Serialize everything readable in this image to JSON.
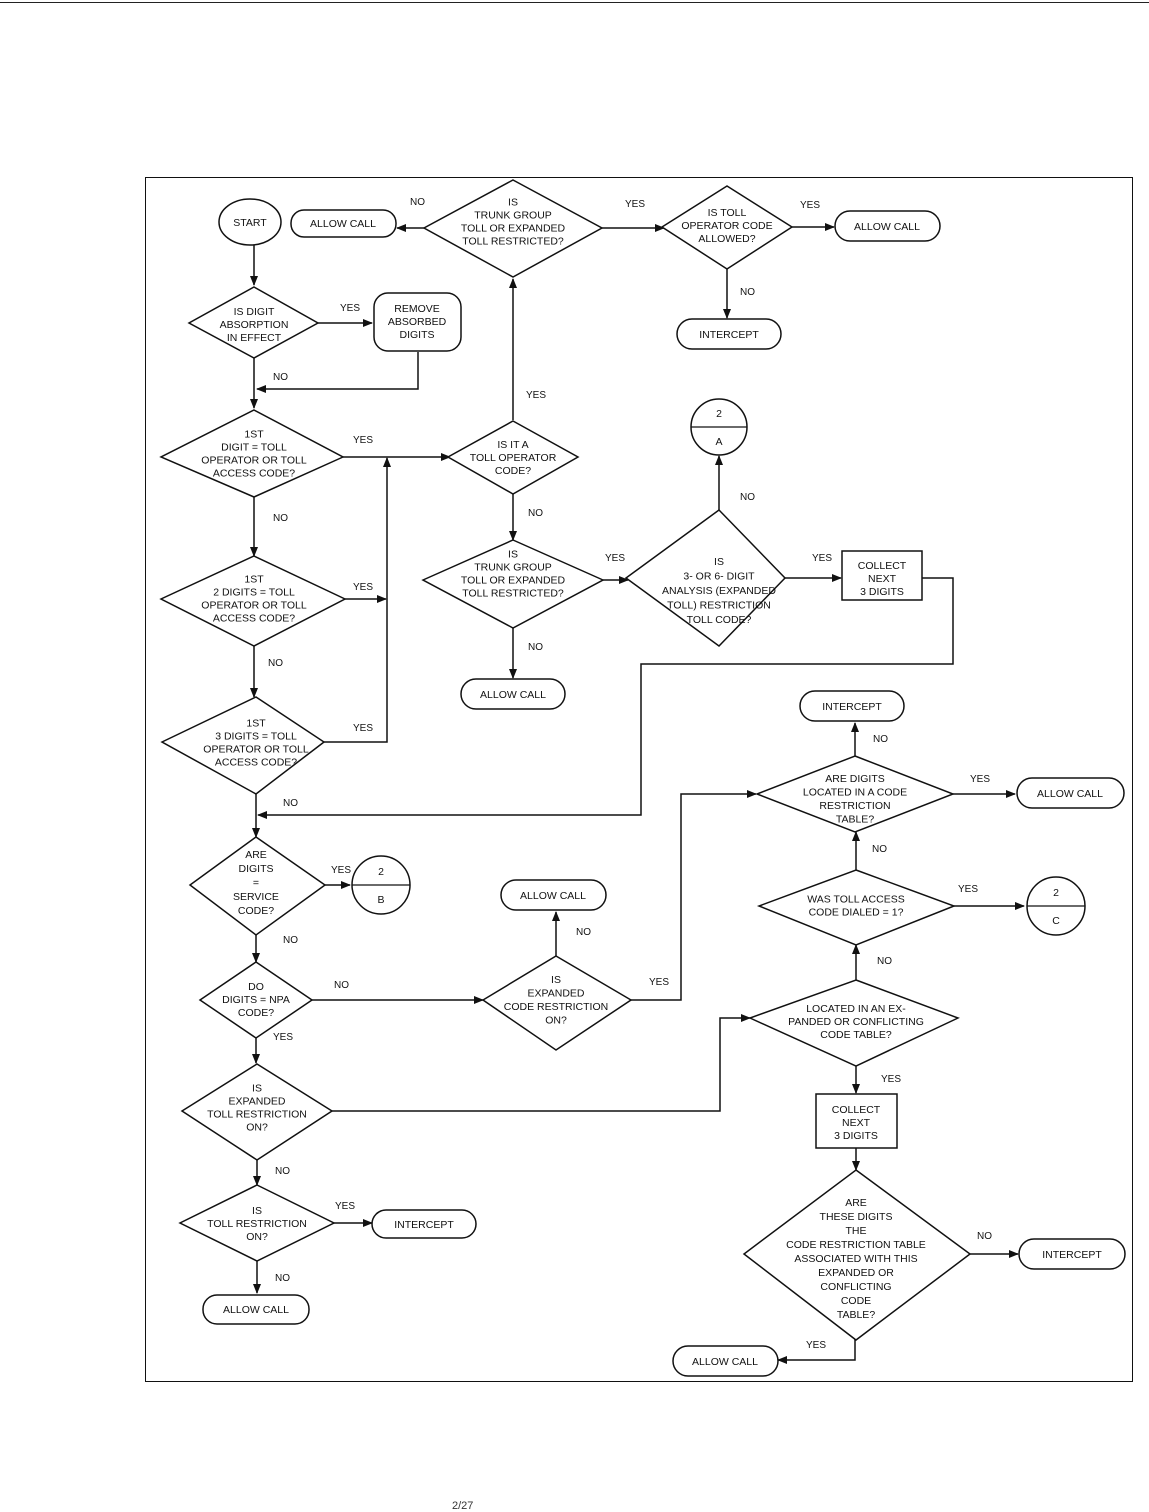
{
  "nodes": {
    "start": [
      "START"
    ],
    "allow1": [
      "ALLOW CALL"
    ],
    "d_trunk1": [
      "IS",
      "TRUNK GROUP",
      "TOLL OR EXPANDED",
      "TOLL RESTRICTED?"
    ],
    "d_tollop": [
      "IS TOLL",
      "OPERATOR CODE",
      "ALLOWED?"
    ],
    "allow2": [
      "ALLOW CALL"
    ],
    "intercept1": [
      "INTERCEPT"
    ],
    "d_absorb": [
      "IS DIGIT",
      "ABSORPTION",
      "IN EFFECT"
    ],
    "remove": [
      "REMOVE",
      "ABSORBED",
      "DIGITS"
    ],
    "d_1st1": [
      "1ST",
      "DIGIT = TOLL",
      "OPERATOR OR TOLL",
      "ACCESS CODE?"
    ],
    "d_isitatoll": [
      "IS IT A",
      "TOLL OPERATOR",
      "CODE?"
    ],
    "conn_2a": [
      "2",
      "A"
    ],
    "d_1st2": [
      "1ST",
      "2 DIGITS = TOLL",
      "OPERATOR OR TOLL",
      "ACCESS CODE?"
    ],
    "d_trunk2": [
      "IS",
      "TRUNK GROUP",
      "TOLL OR EXPANDED",
      "TOLL RESTRICTED?"
    ],
    "d_36": [
      "IS",
      "3- OR 6- DIGIT",
      "ANALYSIS (EXPANDED",
      "TOLL) RESTRICTION",
      "TOLL CODE?"
    ],
    "collect1": [
      "COLLECT",
      "NEXT",
      "3 DIGITS"
    ],
    "allow3": [
      "ALLOW CALL"
    ],
    "d_1st3": [
      "1ST",
      "3 DIGITS = TOLL",
      "OPERATOR OR TOLL",
      "ACCESS CODE?"
    ],
    "intercept2": [
      "INTERCEPT"
    ],
    "d_located": [
      "ARE DIGITS",
      "LOCATED IN A CODE",
      "RESTRICTION",
      "TABLE?"
    ],
    "allow4": [
      "ALLOW CALL"
    ],
    "d_service": [
      "ARE",
      "DIGITS",
      "=",
      "SERVICE",
      "CODE?"
    ],
    "conn_2b": [
      "2",
      "B"
    ],
    "allow5": [
      "ALLOW CALL"
    ],
    "d_wastoll": [
      "WAS TOLL ACCESS",
      "CODE DIALED = 1?"
    ],
    "conn_2c": [
      "2",
      "C"
    ],
    "d_npa": [
      "DO",
      "DIGITS = NPA",
      "CODE?"
    ],
    "d_expcode": [
      "IS",
      "EXPANDED",
      "CODE RESTRICTION",
      "ON?"
    ],
    "d_expanded": [
      "LOCATED IN AN EX-",
      "PANDED OR CONFLICTING",
      "CODE TABLE?"
    ],
    "d_exptoll": [
      "IS",
      "EXPANDED",
      "TOLL RESTRICTION",
      "ON?"
    ],
    "collect2": [
      "COLLECT",
      "NEXT",
      "3 DIGITS"
    ],
    "d_tollrest": [
      "IS",
      "TOLL RESTRICTION",
      "ON?"
    ],
    "intercept3": [
      "INTERCEPT"
    ],
    "d_these": [
      "ARE",
      "THESE DIGITS",
      "THE",
      "CODE RESTRICTION TABLE",
      "ASSOCIATED WITH THIS",
      "EXPANDED OR",
      "CONFLICTING",
      "CODE",
      "TABLE?"
    ],
    "intercept4": [
      "INTERCEPT"
    ],
    "allow6": [
      "ALLOW CALL"
    ],
    "allow7": [
      "ALLOW CALL"
    ]
  },
  "edge_labels": {
    "trunk1_no": "NO",
    "trunk1_yes": "YES",
    "tollop_yes": "YES",
    "tollop_no": "NO",
    "absorb_yes": "YES",
    "absorb_no": "NO",
    "isitatoll_yes": "YES",
    "first1_yes": "YES",
    "first1_no": "NO",
    "isitatoll_no": "NO",
    "d36_no": "NO",
    "first2_yes": "YES",
    "trunk2_yes": "YES",
    "d36_yes": "YES",
    "first2_no": "NO",
    "trunk2_no": "NO",
    "first3_yes": "YES",
    "located_no": "NO",
    "located_yes": "YES",
    "first3_no": "NO",
    "wastoll_no": "NO",
    "service_yes": "YES",
    "wastoll_yes": "YES",
    "expcode_no": "NO",
    "service_no": "NO",
    "expanded_no": "NO",
    "npa_no": "NO",
    "expcode_yes": "YES",
    "npa_yes": "YES",
    "expanded_yes": "YES",
    "exptoll_no": "NO",
    "tollrest_yes": "YES",
    "these_no": "NO",
    "tollrest_no": "NO",
    "these_yes": "YES"
  },
  "page_number": "2/27"
}
